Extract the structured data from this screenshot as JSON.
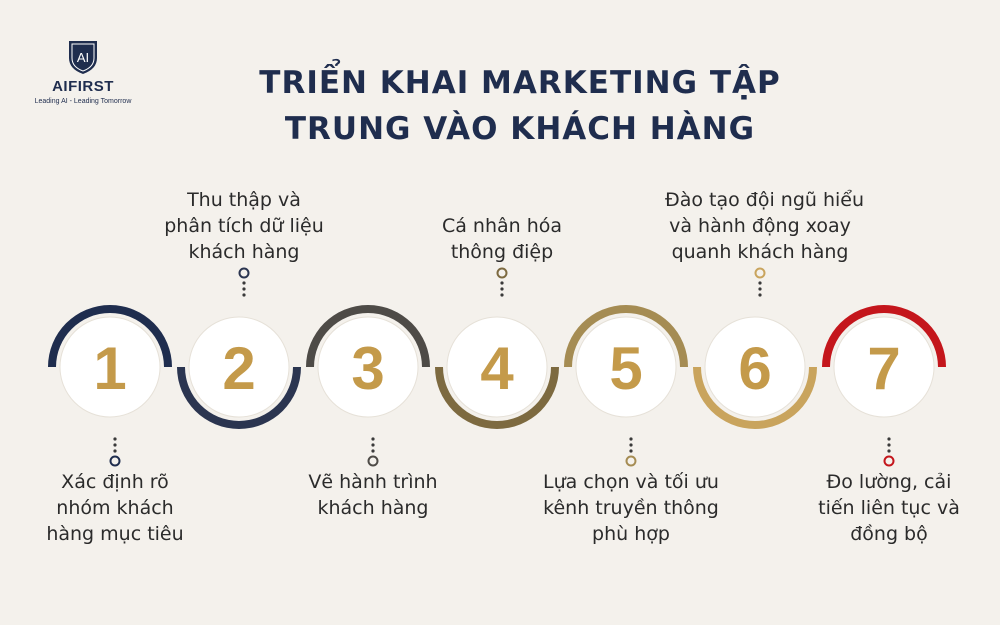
{
  "brand": {
    "mark": "AI",
    "name": "AIFIRST",
    "tagline": "Leading AI - Leading Tomorrow"
  },
  "title": {
    "line1": "TRIỂN KHAI MARKETING TẬP",
    "line2": "TRUNG VÀO KHÁCH HÀNG"
  },
  "steps": [
    {
      "number": "1",
      "lines": [
        "Xác định rõ",
        "nhóm khách",
        "hàng mục tiêu"
      ],
      "position": "below",
      "color": "#1f2d4e"
    },
    {
      "number": "2",
      "lines": [
        "Thu thập và",
        "phân tích dữ liệu",
        "khách hàng"
      ],
      "position": "above",
      "color": "#2b3550"
    },
    {
      "number": "3",
      "lines": [
        "Vẽ hành trình",
        "khách hàng"
      ],
      "position": "below",
      "color": "#4e4b47"
    },
    {
      "number": "4",
      "lines": [
        "Cá nhân hóa",
        "thông điệp"
      ],
      "position": "above",
      "color": "#7d6a40"
    },
    {
      "number": "5",
      "lines": [
        "Lựa chọn và tối ưu",
        "kênh truyền thông",
        "phù hợp"
      ],
      "position": "below",
      "color": "#a58c53"
    },
    {
      "number": "6",
      "lines": [
        "Đào tạo đội ngũ hiểu",
        "và hành động xoay",
        "quanh khách hàng"
      ],
      "position": "above",
      "color": "#c9a45d"
    },
    {
      "number": "7",
      "lines": [
        "Đo lường, cải",
        "tiến liên tục và",
        "đồng bộ"
      ],
      "position": "below",
      "color": "#c4161c"
    }
  ],
  "number_color": "#c49a4a"
}
